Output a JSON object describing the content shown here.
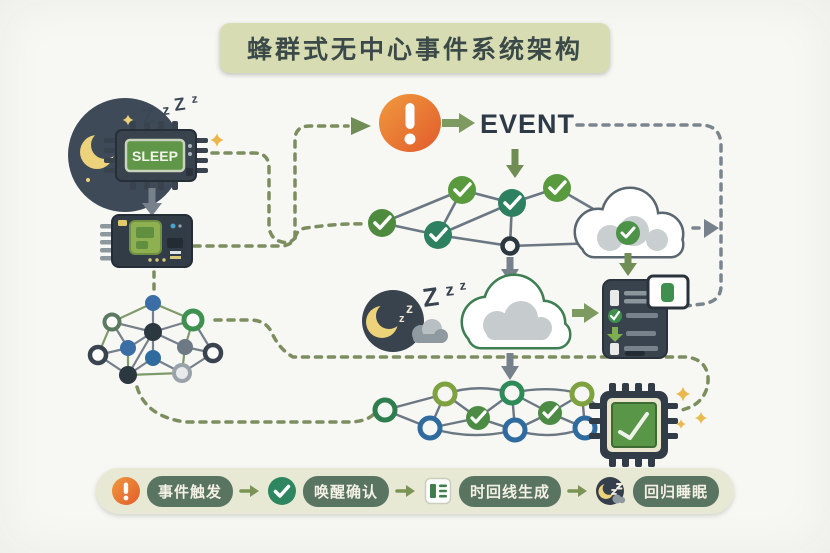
{
  "title": "蜂群式无中心事件系统架构",
  "sleep_module": {
    "screen_label": "SLEEP",
    "zzz": "ZzZz"
  },
  "event": {
    "label": "EVENT"
  },
  "sleep_cloud": {
    "zzz": "Zzz",
    "inner_zz": "zz"
  },
  "legend": {
    "items": [
      {
        "icon": "alert-icon",
        "label": "事件触发"
      },
      {
        "icon": "check-icon",
        "label": "唤醒确认"
      },
      {
        "icon": "timeline-icon",
        "label": "时回线生成"
      },
      {
        "icon": "moon-icon",
        "label": "回归睡眠"
      }
    ]
  },
  "colors": {
    "background": "#f7f7f4",
    "title_bg": "#d7dcb2",
    "title_text": "#3b4a48",
    "accent_orange": "#e66a2e",
    "check_green": "#4f8b3f",
    "check_teal": "#2e8160",
    "node_blue": "#2f6b9e",
    "dark_navy": "#39434e",
    "moon_yellow": "#ecd27a",
    "dashed_olive": "#7c8d5f",
    "dashed_gray": "#7b858d",
    "legend_bg": "#e8e9d5",
    "legend_pill": "#5a7462"
  }
}
